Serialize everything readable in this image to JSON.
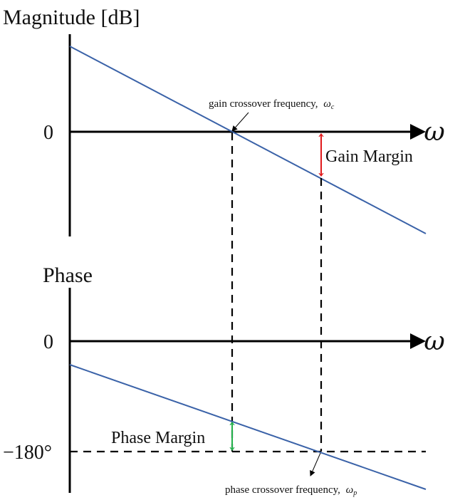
{
  "magnitude_plot": {
    "y_label": "Magnitude [dB]",
    "zero_tick": "0",
    "omega_label": "ω",
    "crossover_annotation": "gain crossover frequency,",
    "crossover_symbol": "ω",
    "crossover_subscript": "c",
    "margin_label": "Gain Margin"
  },
  "phase_plot": {
    "y_label": "Phase",
    "zero_tick": "0",
    "minus180_tick": "−180°",
    "omega_label": "ω",
    "crossover_annotation": "phase crossover frequency,",
    "crossover_symbol": "ω",
    "crossover_subscript": "p",
    "margin_label": "Phase Margin"
  },
  "colors": {
    "curve": "#3a62a8",
    "axes": "#000000",
    "gain_margin_arrow": "#e0191b",
    "phase_margin_arrow": "#22b04b"
  }
}
